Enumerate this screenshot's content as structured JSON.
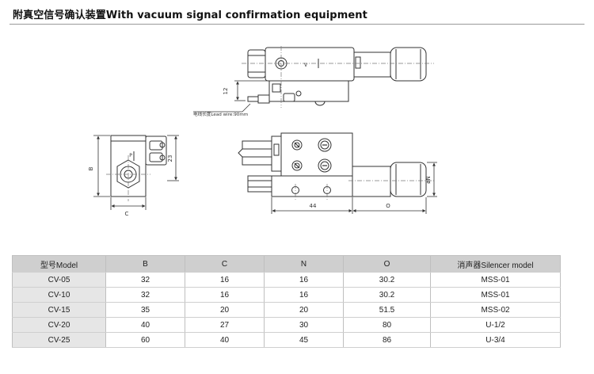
{
  "header": {
    "title": "附真空信号确认装置With vacuum signal confirmation equipment"
  },
  "drawing": {
    "lead_wire_label": "电线长度Lead wire:90mm",
    "dim_12": "12",
    "dim_b": "B",
    "dim_23": "23",
    "dim_c": "C",
    "dim_44": "44",
    "dim_o": "O",
    "dim_n": "øN",
    "mark_v": "V",
    "mark_p": "P"
  },
  "table": {
    "headers": [
      "型号Model",
      "B",
      "C",
      "N",
      "O",
      "消声器Silencer model"
    ],
    "rows": [
      [
        "CV-05",
        "32",
        "16",
        "16",
        "30.2",
        "MSS-01"
      ],
      [
        "CV-10",
        "32",
        "16",
        "16",
        "30.2",
        "MSS-01"
      ],
      [
        "CV-15",
        "35",
        "20",
        "20",
        "51.5",
        "MSS-02"
      ],
      [
        "CV-20",
        "40",
        "27",
        "30",
        "80",
        "U-1/2"
      ],
      [
        "CV-25",
        "60",
        "40",
        "45",
        "86",
        "U-3/4"
      ]
    ]
  }
}
